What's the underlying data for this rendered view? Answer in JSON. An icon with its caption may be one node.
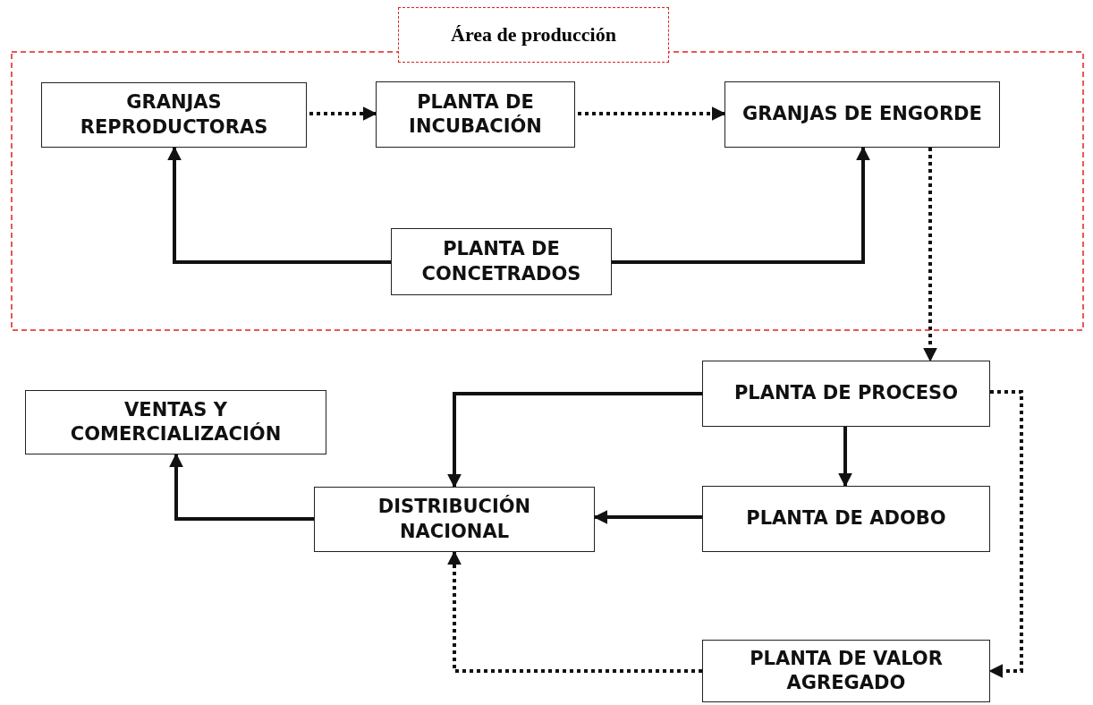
{
  "diagram": {
    "nodes": [
      {
        "text": [
          "Área de producción"
        ]
      },
      {
        "text": [
          "GRANJAS REPRODUCTORAS"
        ],
        "in": 0
      },
      {
        "text": [
          "PLANTA DE INCUBACIÓN"
        ],
        "in": 0
      },
      {
        "text": [
          "GRANJAS DE ENGORDE"
        ],
        "in": 0
      },
      {
        "text": [
          "PLANTA DE CONCETRADOS"
        ],
        "in": 0
      },
      {
        "text": [
          "PLANTA DE PROCESO"
        ]
      },
      {
        "text": [
          "VENTAS Y COMERCIALIZACIÓN"
        ]
      },
      {
        "text": [
          "DISTRIBUCIÓN NACIONAL"
        ]
      },
      {
        "text": [
          "PLANTA DE ADOBO"
        ]
      },
      {
        "text": [
          "PLANTA DE VALOR AGREGADO"
        ]
      }
    ],
    "edges": [
      {
        "from": 1,
        "to": 2,
        "arrow": "to",
        "style": "dashed"
      },
      {
        "from": 2,
        "to": 3,
        "arrow": "to",
        "style": "dashed"
      },
      {
        "from": 4,
        "to": 1,
        "arrow": "to"
      },
      {
        "from": 4,
        "to": 3,
        "arrow": "to"
      },
      {
        "from": 3,
        "to": 5,
        "arrow": "to",
        "style": "dashed"
      },
      {
        "from": 5,
        "to": 7,
        "arrow": "to"
      },
      {
        "from": 5,
        "to": 8,
        "arrow": "to"
      },
      {
        "from": 8,
        "to": 7,
        "arrow": "to"
      },
      {
        "from": 7,
        "to": 6,
        "arrow": "to"
      },
      {
        "from": 5,
        "to": 9,
        "arrow": "to",
        "style": "dashed"
      },
      {
        "from": 9,
        "to": 7,
        "arrow": "to",
        "style": "dashed"
      }
    ]
  }
}
